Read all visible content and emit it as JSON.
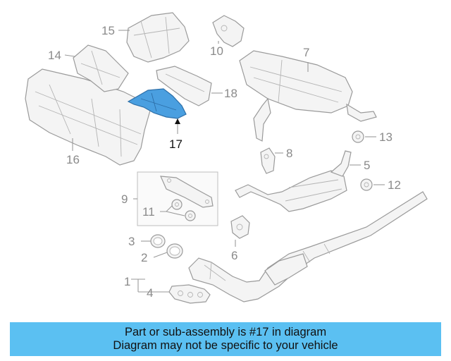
{
  "diagram": {
    "highlight_color": "#4a9fe0",
    "callouts": {
      "c1": "1",
      "c2": "2",
      "c3": "3",
      "c4": "4",
      "c5": "5",
      "c6": "6",
      "c7": "7",
      "c8": "8",
      "c9": "9",
      "c10": "10",
      "c11": "11",
      "c12": "12",
      "c13": "13",
      "c14": "14",
      "c15": "15",
      "c16": "16",
      "c17": "17",
      "c18": "18"
    }
  },
  "banner": {
    "line1": "Part or sub-assembly is #17 in diagram",
    "line2": "Diagram may not be specific to your vehicle",
    "color": "#5bc0f2"
  }
}
